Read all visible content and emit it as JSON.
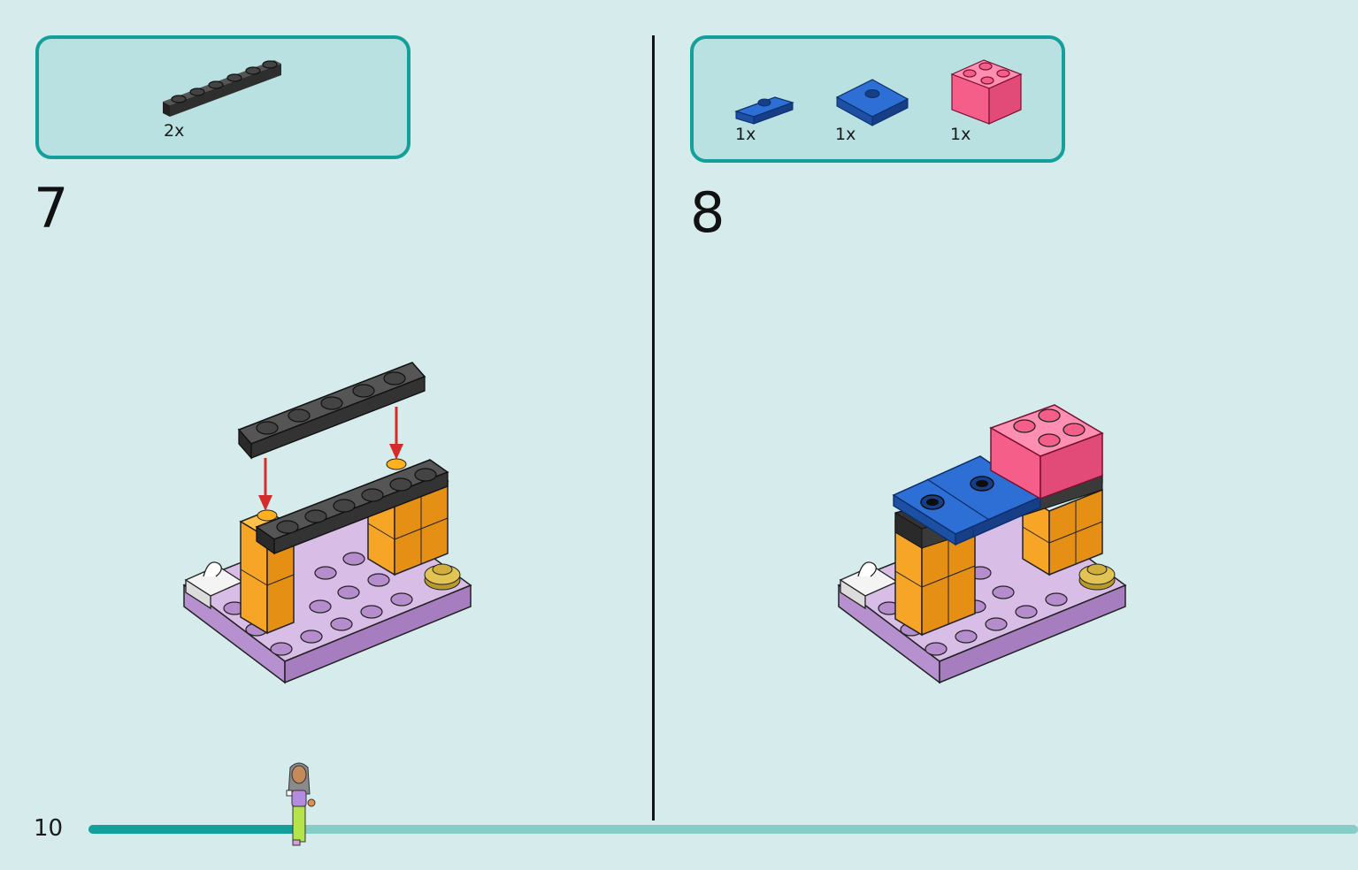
{
  "page": {
    "number": "10",
    "progress": 0.165
  },
  "colors": {
    "accent": "#14a09a",
    "box_fill": "#b9e1e1",
    "background": "#d6ecec",
    "black_plate": "#3a3a3a",
    "orange": "#f7a527",
    "lavender": "#c9a6dc",
    "blue": "#1f5dbd",
    "pink": "#f65e8a",
    "gold": "#d8b640",
    "arrow": "#d42b2b"
  },
  "steps": [
    {
      "number": "7",
      "parts": [
        {
          "qty": "2x",
          "part": "black-1x6-plate"
        }
      ]
    },
    {
      "number": "8",
      "parts": [
        {
          "qty": "1x",
          "part": "blue-1x2-jumper-plate"
        },
        {
          "qty": "1x",
          "part": "blue-2x2-jumper-plate"
        },
        {
          "qty": "1x",
          "part": "pink-2x2-brick"
        }
      ]
    }
  ]
}
